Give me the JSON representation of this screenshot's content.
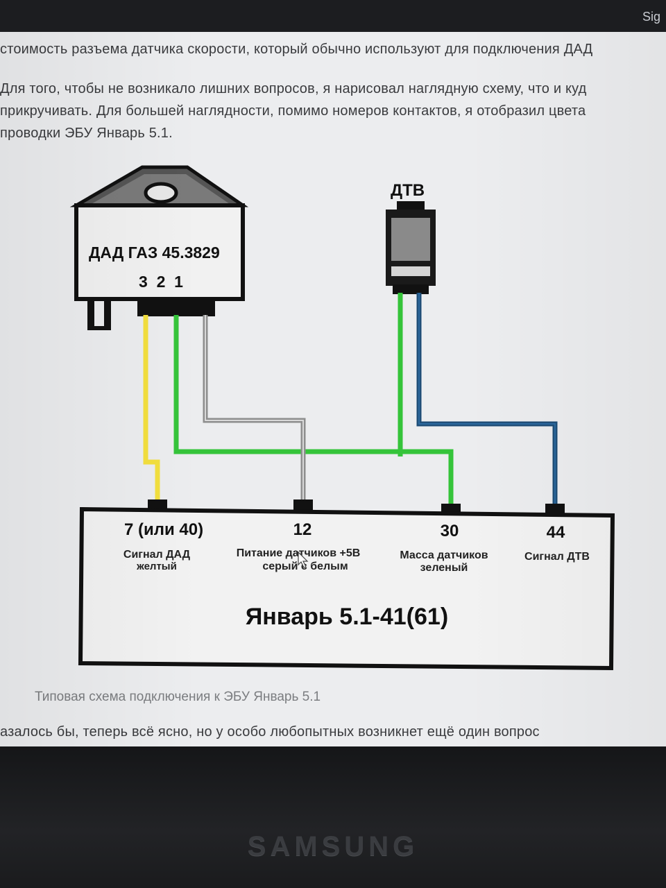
{
  "topbar": {
    "signin_label": "Sig"
  },
  "article": {
    "line1": "стоимость разъема датчика скорости, который обычно используют для подключения ДАД",
    "line2": "Для того, чтобы не возникало лишних вопросов, я нарисовал наглядную схему, что и куд",
    "line3": "прикручивать. Для большей наглядности, помимо номеров контактов, я отобразил цвета",
    "line4": "проводки ЭБУ Январь 5.1.",
    "caption": "Типовая схема подключения к ЭБУ Январь 5.1",
    "line5": "азалось бы, теперь всё ясно, но у особо любопытных возникнет ещё один вопрос"
  },
  "diagram": {
    "dad_label": "ДАД ГАЗ 45.3829",
    "dad_pins": "3  2  1",
    "dtv_label": "ДТВ",
    "ecu_title": "Январь 5.1-41(61)",
    "pins": [
      {
        "number": "7 (или 40)",
        "name": "Сигнал ДАД",
        "color_text": "желтый"
      },
      {
        "number": "12",
        "name": "Питание датчиков +5В",
        "color_text": "серый с белым"
      },
      {
        "number": "30",
        "name": "Масса датчиков",
        "color_text": "зеленый"
      },
      {
        "number": "44",
        "name": "Сигнал ДТВ",
        "color_text": ""
      }
    ],
    "wire_colors": {
      "yellow": "#f3df3e",
      "green": "#35c43a",
      "gray": "#8e8e8e",
      "blue": "#1f4e78"
    }
  },
  "monitor": {
    "brand": "SAMSUNG"
  }
}
